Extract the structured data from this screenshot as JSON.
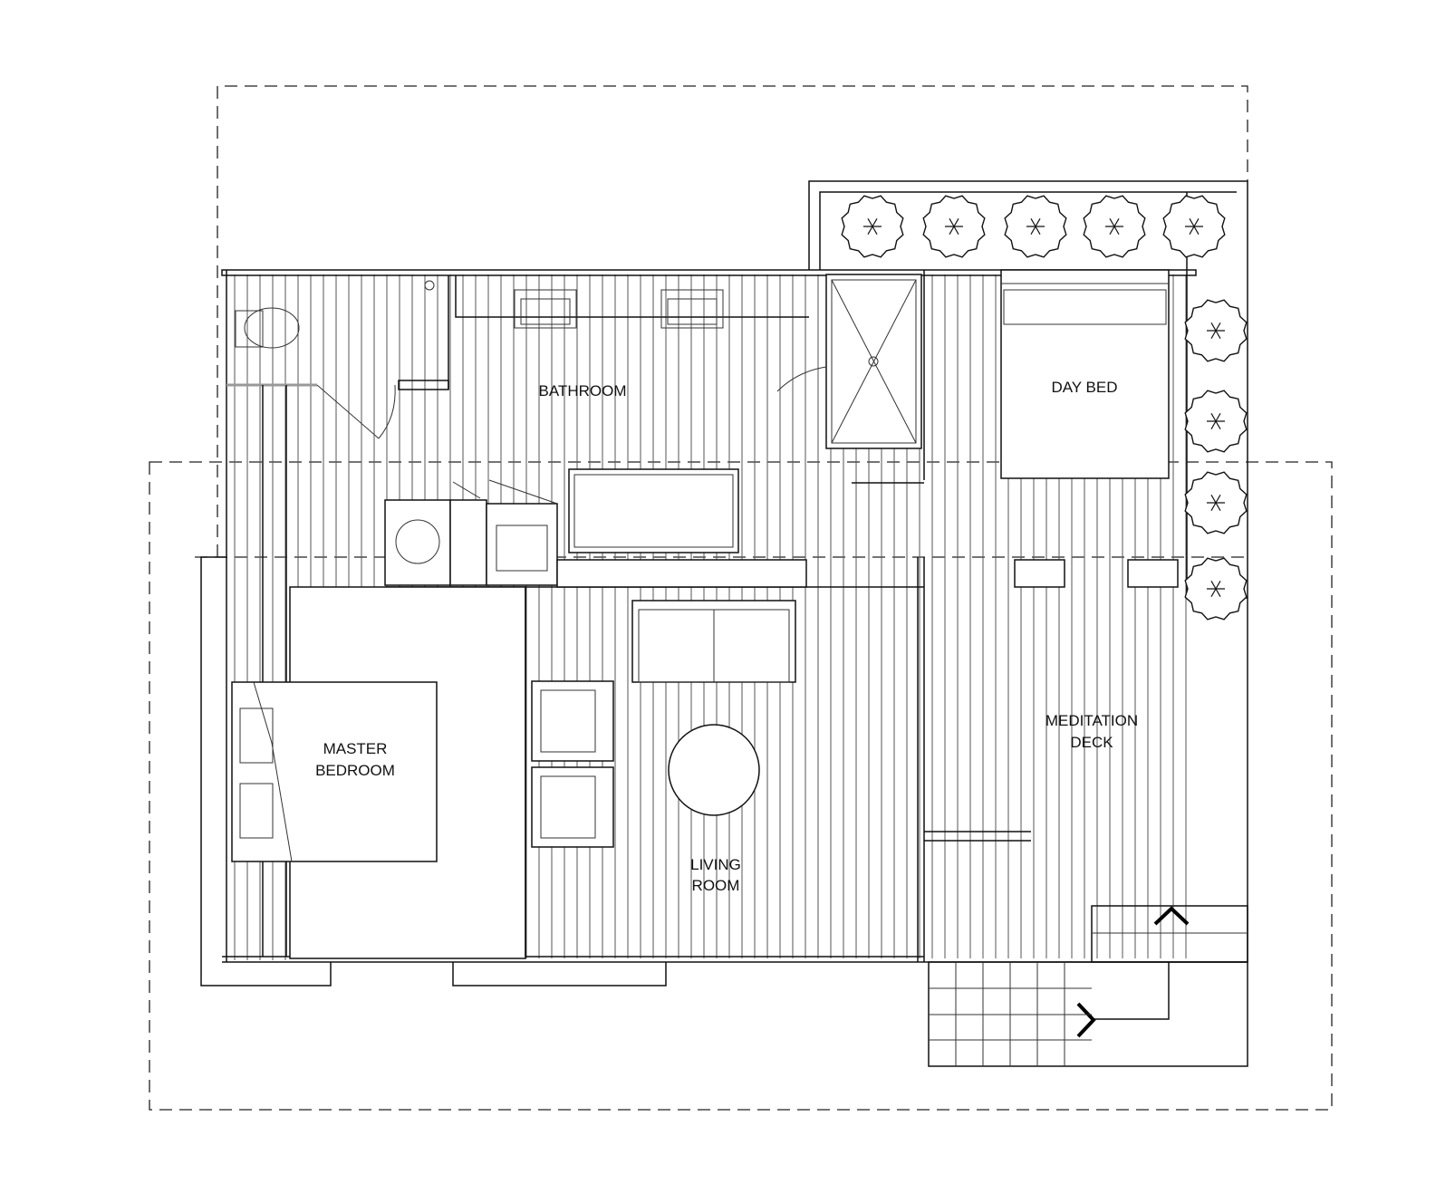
{
  "plan": {
    "rooms": {
      "bathroom": "BATHROOM",
      "day_bed": "DAY BED",
      "master_bedroom": [
        "MASTER",
        "BEDROOM"
      ],
      "living_room": [
        "LIVING",
        "ROOM"
      ],
      "meditation_deck": [
        "MEDITATION",
        "DECK"
      ]
    }
  }
}
